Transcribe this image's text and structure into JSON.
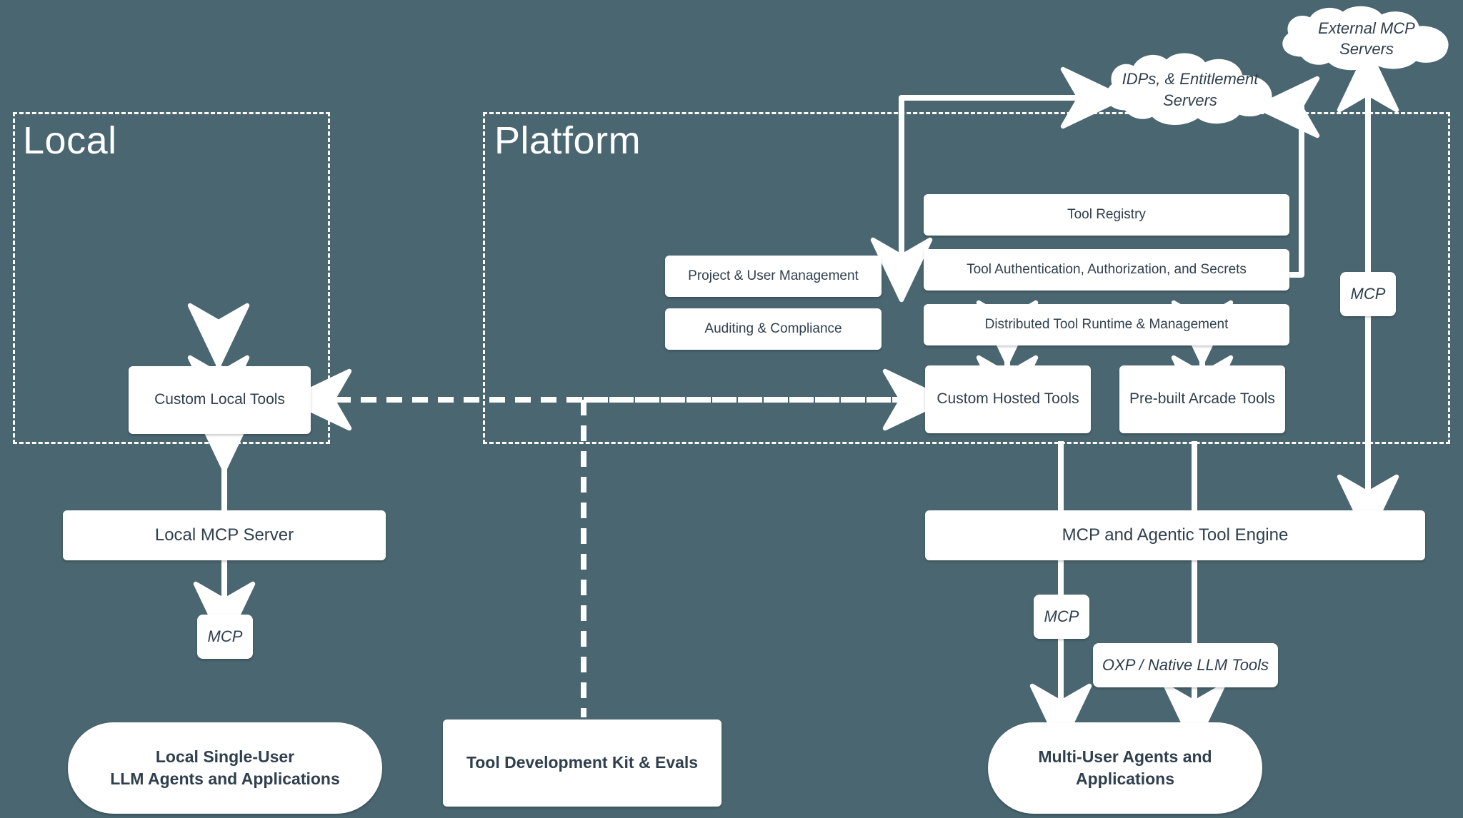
{
  "diagram": {
    "title": "Arcade Tool Platform Architecture",
    "background_color": "#4a6670",
    "box_fill": "#ffffff",
    "text_color": "#2f3f4d",
    "line_color": "#ffffff"
  },
  "zones": [
    {
      "id": "local",
      "label": "Local"
    },
    {
      "id": "platform",
      "label": "Platform"
    }
  ],
  "clouds": [
    {
      "id": "external-mcp-servers",
      "label": "External MCP Servers"
    },
    {
      "id": "idps-entitlement-servers",
      "label": "IDPs, & Entitlement\nServers",
      "line1": "IDPs, & Entitlement",
      "line2": "Servers"
    }
  ],
  "local": {
    "custom_local_tools": "Custom Local Tools",
    "local_mcp_server": "Local MCP Server",
    "mcp_tag": "MCP",
    "agents": {
      "line1": "Local Single-User",
      "line2": "LLM Agents and Applications"
    }
  },
  "platform": {
    "left_column": [
      "Project & User Management",
      "Auditing & Compliance"
    ],
    "right_column": [
      "Tool Registry",
      "Tool Authentication, Authorization, and Secrets",
      "Distributed Tool Runtime & Management"
    ],
    "tools_row": [
      "Custom Hosted Tools",
      "Pre-built Arcade Tools"
    ],
    "engine": "MCP and Agentic Tool Engine",
    "mcp_tag_right": "MCP",
    "mcp_tag_bottom": "MCP",
    "oxp_tag": "OXP / Native LLM Tools",
    "agents": {
      "line1": "Multi-User Agents and",
      "line2": "Applications"
    }
  },
  "center": {
    "tdk": "Tool Development Kit & Evals"
  }
}
